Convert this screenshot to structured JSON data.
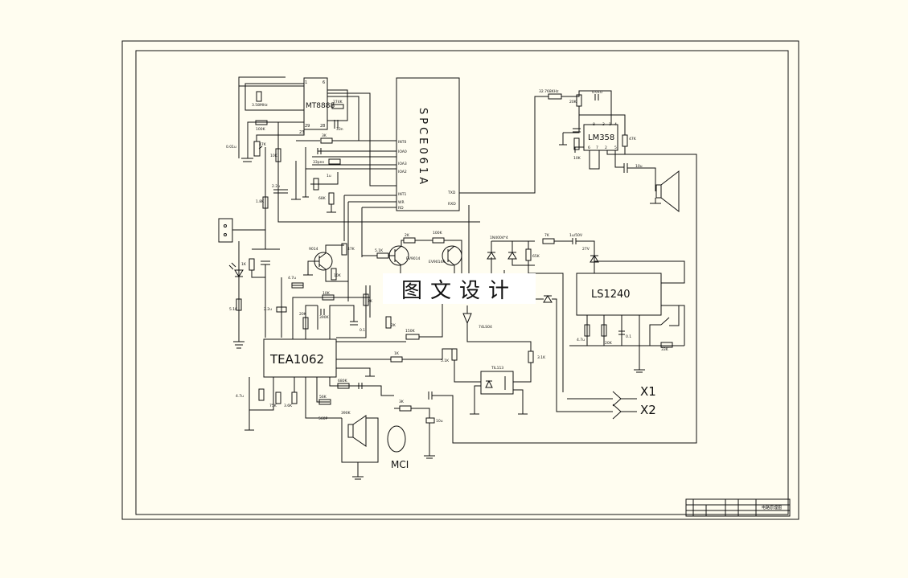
{
  "drawing": {
    "ic": {
      "mt8888": "MT8888",
      "spce061a": "SPCE061A",
      "lm358": "LM358",
      "ls1240": "LS1240",
      "tea1062": "TEA1062",
      "til113": "TIL113"
    },
    "mic_label": "MCI",
    "outputs": {
      "x1": "X1",
      "x2": "X2"
    },
    "watermark": "图文设计",
    "components": {
      "r_274k": "274K",
      "crystal_mt": "3.58MHz",
      "r_100k_mt": "100K",
      "r_3k": "3K",
      "r_10k_a": "10K",
      "c_33n": "33n",
      "c_0_01": "0.01u",
      "r_47k_pot": "47K",
      "r_10k_b": "10K",
      "c_22u": "2.2u",
      "crystal_sp": "32.768KHz",
      "r_68k": "68K",
      "c_33p": "33pnn",
      "c_1u": "1u",
      "r_20k_lm": "20K",
      "c_0_01_lm": "0.01u",
      "r_47k_lm": "47K",
      "c_10u_lm": "10u",
      "spk_cap": "10u",
      "r_2k": "2K",
      "r_100k": "100K",
      "q_9014a": "EV9014",
      "q_9014b": "EV9014K",
      "r_5_1k": "5.1K",
      "diodes_top": "1N4004*4",
      "r_7k": "7K",
      "c_1u_50v": "1u/50V",
      "zener_27v": "27V",
      "r_65k": "65K",
      "q_9014c": "9014",
      "r_47k_q": "47K",
      "r_10k_c": "10K",
      "r_3_3k": "3.3K",
      "c_4_7u": "4.7u",
      "r_20k_t": "20K",
      "r_5_1k_b": "5.1K",
      "r_390k": "390K",
      "c_0_1": "0.1",
      "r_2k_t": "2K",
      "r_10k_t": "10K",
      "r_150k": "150K",
      "r_1k": "1K",
      "r_5_1k_c": "5.1K",
      "zener_74": "74LS04",
      "r_3_1k": "3.1K",
      "c_4_7u_ls": "4.7u",
      "r_20k_ls": "20K",
      "c_0_1_ls": "0.1",
      "r_33k": "33K",
      "c_4_7u_t": "4.7u",
      "r_75k": "75K",
      "r_3_6k": "3.6K",
      "r_680k": "680K",
      "r_56k": "56K",
      "c_560p": "560P",
      "r_3k_m": "3K",
      "c_10u_m": "10u",
      "r_2k_m": "2K",
      "r_390k_b": "390K",
      "c_2_2u": "2.2u",
      "led_r": "1K",
      "r_1_8k": "1.8K"
    },
    "pins": {
      "int0": "INT0",
      "ioa0": "IOA0",
      "ioa3": "IOA3",
      "ioa2": "IOA2",
      "int1": "INT1",
      "wr": "WR",
      "rd": "RD",
      "txd": "TXD",
      "rxd": "RXD",
      "p1": "1",
      "p6": "6",
      "p29": "29",
      "p28": "28",
      "p23": "23",
      "p8": "8",
      "p3": "3",
      "p1b": "1",
      "p4": "4",
      "p2": "2",
      "p6b": "6",
      "p7": "7",
      "p5": "5"
    },
    "title_block": {
      "drawing_name": "电路原理图"
    }
  }
}
